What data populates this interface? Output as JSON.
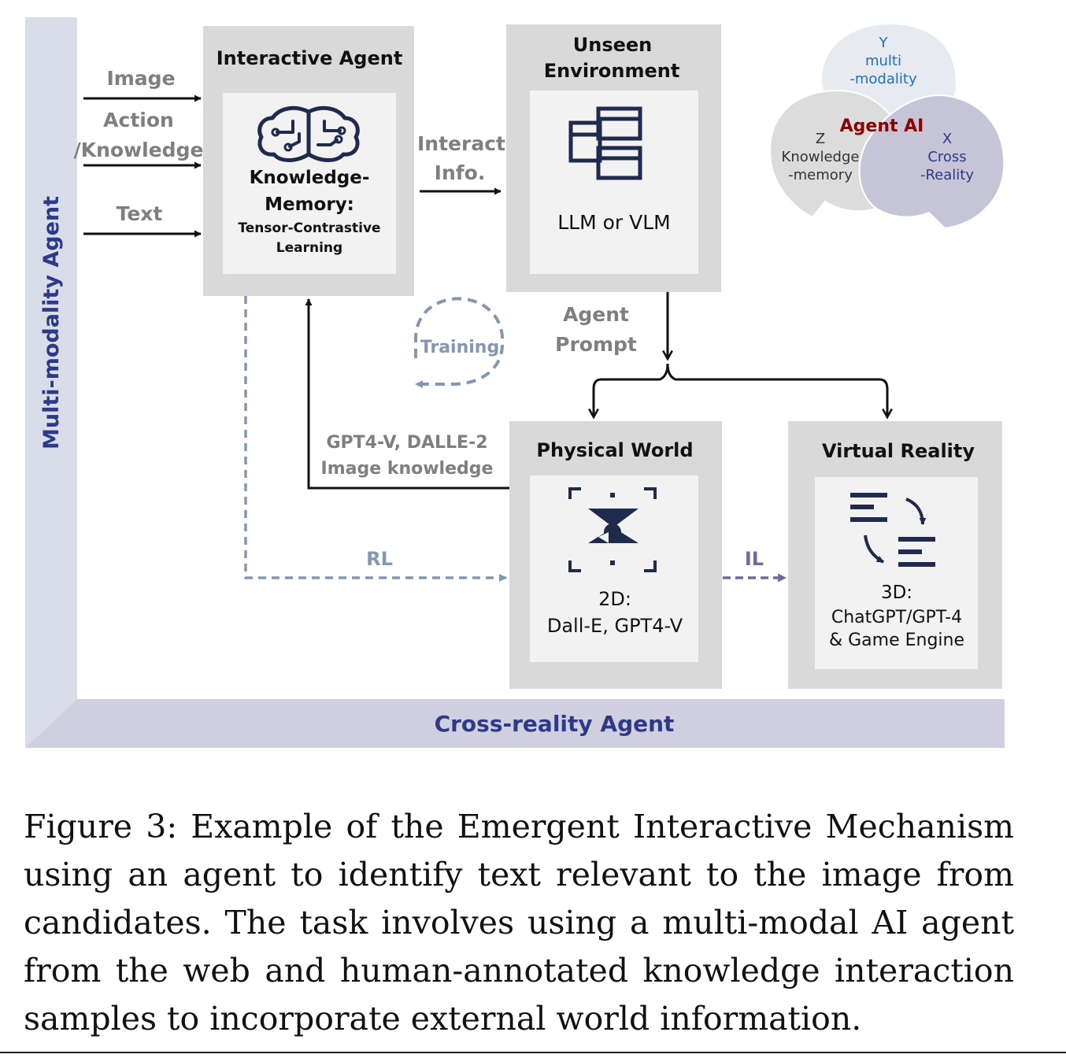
{
  "axes": {
    "vertical_label": "Multi-modality Agent",
    "horizontal_label": "Cross-reality Agent"
  },
  "inputs": {
    "image": "Image",
    "action_line1": "Action",
    "action_line2": "/Knowledge",
    "text": "Text"
  },
  "interactive_agent": {
    "title": "Interactive Agent",
    "line1": "Knowledge-",
    "line2": "Memory:",
    "line3": "Tensor-Contrastive",
    "line4": "Learning"
  },
  "interact_info": {
    "line1": "Interact",
    "line2": "Info."
  },
  "unseen_env": {
    "title_line1": "Unseen",
    "title_line2": "Environment",
    "body": "LLM or VLM"
  },
  "agent_prompt": {
    "line1": "Agent",
    "line2": "Prompt"
  },
  "training": "Training",
  "gpt4v": {
    "line1": "GPT4-V, DALLE-2",
    "line2": "Image knowledge"
  },
  "rl": "RL",
  "il": "IL",
  "physical_world": {
    "title": "Physical World",
    "line1": "2D:",
    "line2": "Dall-E, GPT4-V"
  },
  "virtual_reality": {
    "title": "Virtual Reality",
    "line1": "3D:",
    "line2": "ChatGPT/GPT-4",
    "line3": "& Game Engine"
  },
  "venn": {
    "center": "Agent AI",
    "y_letter": "Y",
    "y_line1": "multi",
    "y_line2": "-modality",
    "z_letter": "Z",
    "z_line1": "Knowledge",
    "z_line2": "-memory",
    "x_letter": "X",
    "x_line1": "Cross",
    "x_line2": "-Reality"
  },
  "icons": [
    "brain-circuit-icon",
    "window-stack-icon",
    "image-frame-icon",
    "text-swap-icon"
  ],
  "colors": {
    "dark_navy": "#1f2a4d",
    "axis_blue": "#2e3a87",
    "box_gray": "#d9d9d9",
    "dashed_blue": "#8497b0",
    "il_purple": "#6e6a9e",
    "agent_ai_red": "#8b0000",
    "venn_y_text": "#1f6fc0"
  },
  "caption": "Figure 3:  Example of the Emergent Interactive Mechanism using an agent to identify text relevant to the image from candidates. The task involves using a multi-modal AI agent from the web and human-annotated knowledge interaction samples to incorporate external world information."
}
